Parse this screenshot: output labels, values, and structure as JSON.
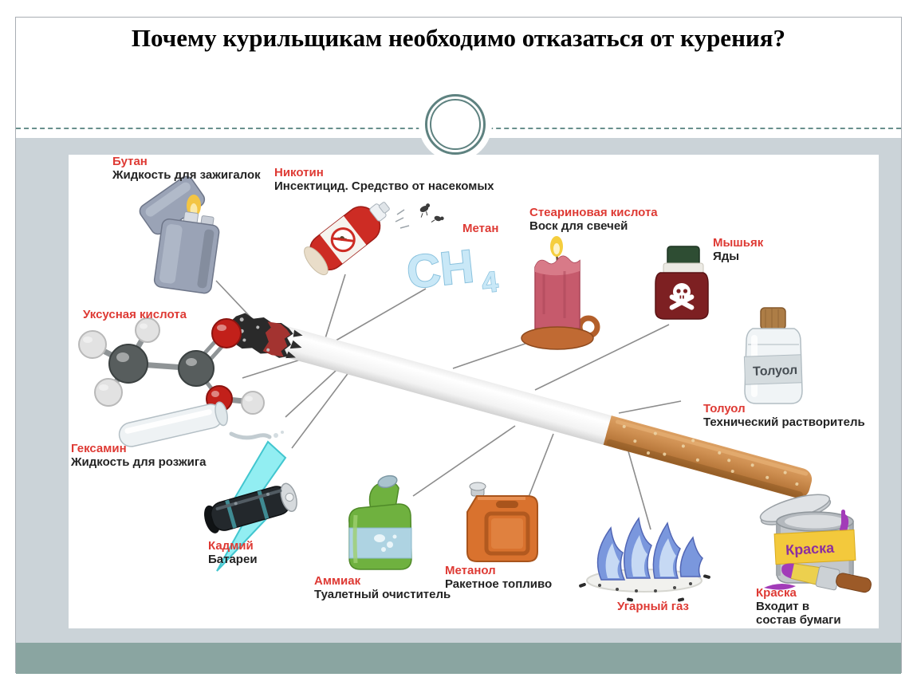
{
  "slide": {
    "title": "Почему курильщикам необходимо отказаться от курения?"
  },
  "colors": {
    "label_red": "#de3a34",
    "text_dark": "#232323",
    "content_band": "#cbd3d8",
    "bottom_band": "#8aa5a1",
    "ornament_teal": "#5e8280",
    "cigarette_filter": "#c98a4b",
    "connector_line": "#8c8c8c"
  },
  "items": [
    {
      "title": "Бутан",
      "subtitle": "Жидкость для зажигалок",
      "icon": "lighter-icon"
    },
    {
      "title": "Никотин",
      "subtitle": "Инсектицид. Средство от насекомых",
      "icon": "insecticide-spray-icon"
    },
    {
      "title": "Метан",
      "subtitle": "",
      "icon": "ch4-formula-icon",
      "formula": "CH",
      "formula_sub": "4"
    },
    {
      "title": "Стеариновая кислота",
      "subtitle": "Воск для свечей",
      "icon": "candle-icon"
    },
    {
      "title": "Мышьяк",
      "subtitle": "Яды",
      "icon": "poison-jar-icon"
    },
    {
      "title": "Толуол",
      "subtitle": "Технический растворитель",
      "icon": "solvent-bottle-icon",
      "bottle_label": "Толуол"
    },
    {
      "title": "Уксусная кислота",
      "subtitle": "",
      "icon": "molecule-icon"
    },
    {
      "title": "Гексамин",
      "subtitle": "Жидкость для розжига",
      "icon": "vial-icon"
    },
    {
      "title": "Кадмий",
      "subtitle": "Батареи",
      "icon": "battery-icon"
    },
    {
      "title": "Аммиак",
      "subtitle": "Туалетный очиститель",
      "icon": "cleaner-bottle-icon"
    },
    {
      "title": "Метанол",
      "subtitle": "Ракетное топливо",
      "icon": "jerrycan-icon"
    },
    {
      "title": "Угарный газ",
      "subtitle": "",
      "icon": "gas-flame-icon"
    },
    {
      "title": "Краска",
      "subtitle": "Входит в состав бумаги",
      "icon": "paint-can-icon",
      "can_label": "Краска"
    }
  ]
}
